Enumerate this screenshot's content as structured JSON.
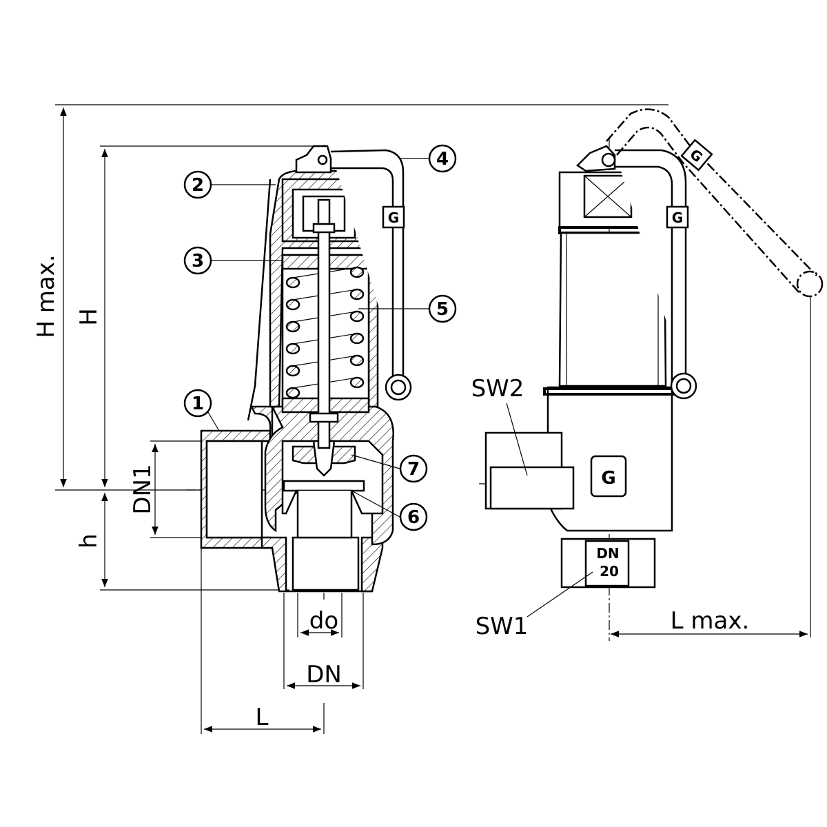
{
  "dimensions": {
    "h_max": "H max.",
    "h": "H",
    "h_small": "h",
    "dn1": "DN1",
    "do": "do",
    "dn": "DN",
    "l": "L",
    "l_max": "L max.",
    "sw1": "SW1",
    "sw2": "SW2"
  },
  "callouts": [
    "1",
    "2",
    "3",
    "4",
    "5",
    "6",
    "7"
  ],
  "marking": {
    "dn_label": "DN",
    "dn_value": "20"
  },
  "logo": "G"
}
